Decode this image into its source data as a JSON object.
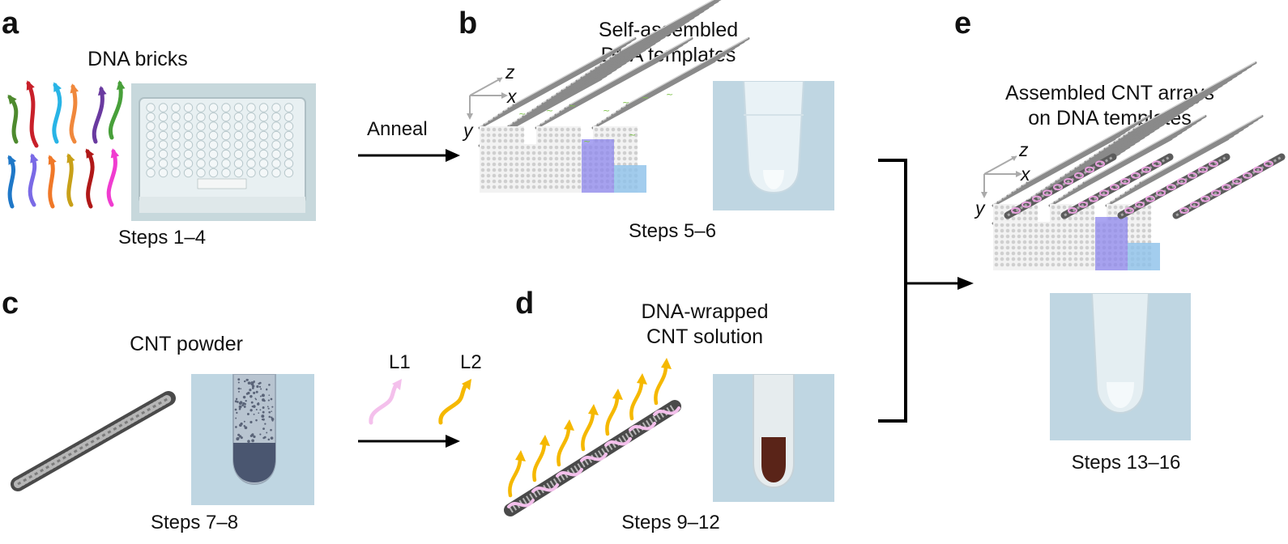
{
  "panels": {
    "a": {
      "letter": "a",
      "title": "DNA bricks",
      "step": "Steps 1–4"
    },
    "b": {
      "letter": "b",
      "title_line1": "Self-assembled",
      "title_line2": "DNA templates",
      "step": "Steps 5–6"
    },
    "c": {
      "letter": "c",
      "title": "CNT powder",
      "step": "Steps 7–8"
    },
    "d": {
      "letter": "d",
      "title_line1": "DNA-wrapped",
      "title_line2": "CNT solution",
      "step": "Steps 9–12"
    },
    "e": {
      "letter": "e",
      "title_line1": "Assembled CNT arrays",
      "title_line2": "on DNA templates",
      "step": "Steps 13–16"
    }
  },
  "arrows": {
    "anneal": "Anneal",
    "l1": "L1",
    "l2": "L2"
  },
  "axes": {
    "x": "x",
    "y": "y",
    "z": "z"
  },
  "colors": {
    "strand_colors": [
      "#4e8a2e",
      "#c8202a",
      "#28b4e6",
      "#f0883c",
      "#6a3aa0",
      "#48a03a",
      "#1f78c8",
      "#7a6ae6",
      "#f07828",
      "#c8a018",
      "#b01818",
      "#f03cd0"
    ],
    "l1": "#f4c0ec",
    "l2": "#f5b800",
    "highlight_purple": "#8c86ec",
    "highlight_blue": "#8cc0ea",
    "photo_bg": "#bfd6e2"
  }
}
